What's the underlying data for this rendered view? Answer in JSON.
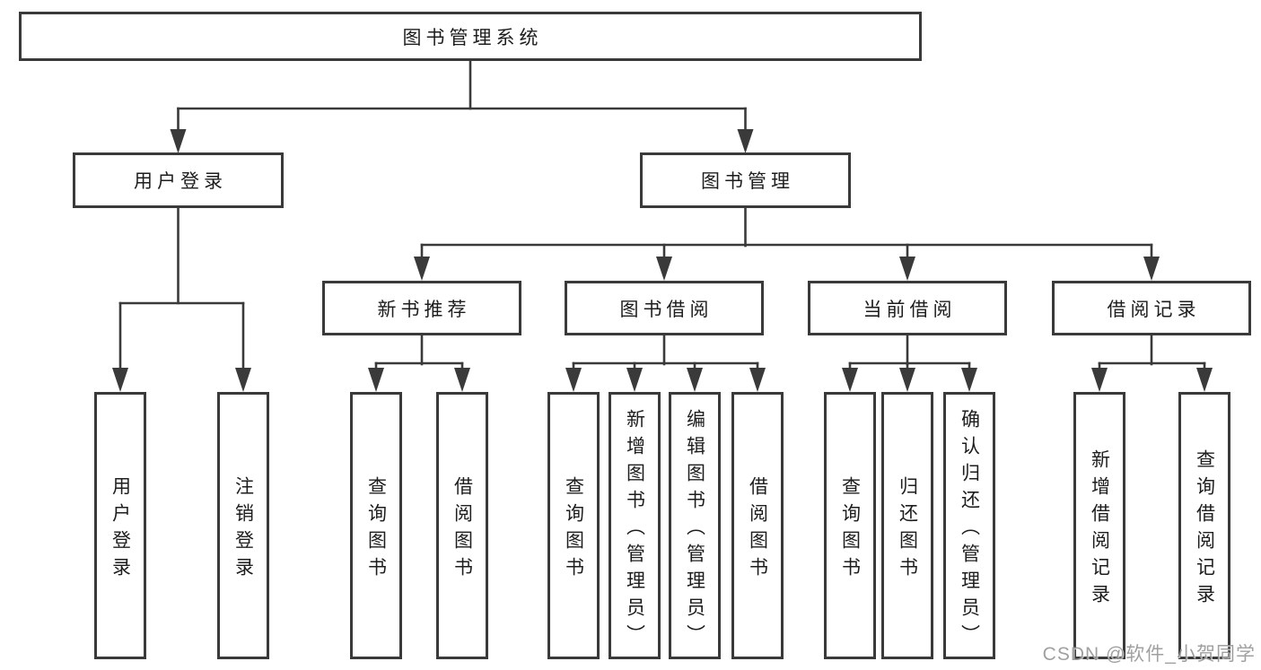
{
  "diagram": {
    "root": {
      "label": "图书管理系统"
    },
    "groups": [
      {
        "label": "用户登录",
        "children": [
          {
            "label": "用户登录"
          },
          {
            "label": "注销登录"
          }
        ]
      },
      {
        "label": "图书管理",
        "sections": [
          {
            "label": "新书推荐",
            "children": [
              {
                "label": "查询图书"
              },
              {
                "label": "借阅图书"
              }
            ]
          },
          {
            "label": "图书借阅",
            "children": [
              {
                "label": "查询图书"
              },
              {
                "label": "新增图书（管理员）"
              },
              {
                "label": "编辑图书（管理员）"
              },
              {
                "label": "借阅图书"
              }
            ]
          },
          {
            "label": "当前借阅",
            "children": [
              {
                "label": "查询图书"
              },
              {
                "label": "归还图书"
              },
              {
                "label": "确认归还（管理员）"
              }
            ]
          },
          {
            "label": "借阅记录",
            "children": [
              {
                "label": "新增借阅记录"
              },
              {
                "label": "查询借阅记录"
              }
            ]
          }
        ]
      }
    ]
  },
  "watermark": {
    "text": "CSDN @软件_小贺同学"
  },
  "colors": {
    "background": "#ffffff",
    "line": "#3a3a3a",
    "box_border": "#3a3a3a",
    "box_fill": "#ffffff",
    "text": "#1d1d1d",
    "watermark": "#969696"
  }
}
